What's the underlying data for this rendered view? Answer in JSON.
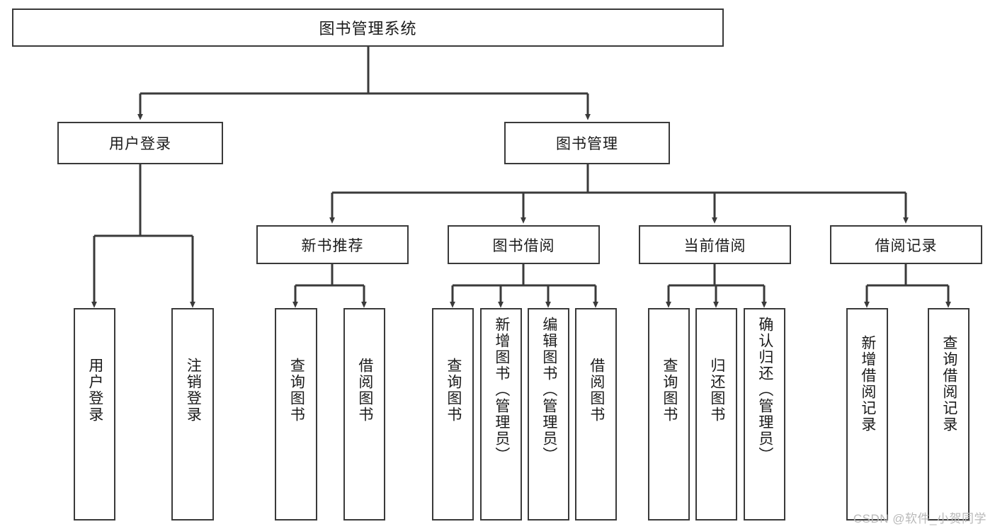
{
  "diagram": {
    "title": "图书管理系统",
    "type": "tree",
    "root": {
      "label": "图书管理系统"
    },
    "level2": [
      {
        "id": "user-login",
        "label": "用户登录"
      },
      {
        "id": "book-manage",
        "label": "图书管理"
      }
    ],
    "level3": [
      {
        "id": "new-book-recommend",
        "label": "新书推荐",
        "parent": "book-manage"
      },
      {
        "id": "book-borrow",
        "label": "图书借阅",
        "parent": "book-manage"
      },
      {
        "id": "current-borrow",
        "label": "当前借阅",
        "parent": "book-manage"
      },
      {
        "id": "borrow-record",
        "label": "借阅记录",
        "parent": "book-manage"
      }
    ],
    "leaves": [
      {
        "id": "leaf-user-login",
        "label": "用户登录",
        "parent": "user-login"
      },
      {
        "id": "leaf-user-logout",
        "label": "注销登录",
        "parent": "user-login"
      },
      {
        "id": "leaf-query-book-1",
        "label": "查询图书",
        "parent": "new-book-recommend"
      },
      {
        "id": "leaf-borrow-book-1",
        "label": "借阅图书",
        "parent": "new-book-recommend"
      },
      {
        "id": "leaf-query-book-2",
        "label": "查询图书",
        "parent": "book-borrow"
      },
      {
        "id": "leaf-add-book",
        "label": "新增图书（管理员）",
        "parent": "book-borrow"
      },
      {
        "id": "leaf-edit-book",
        "label": "编辑图书（管理员）",
        "parent": "book-borrow"
      },
      {
        "id": "leaf-borrow-book-2",
        "label": "借阅图书",
        "parent": "book-borrow"
      },
      {
        "id": "leaf-query-book-3",
        "label": "查询图书",
        "parent": "current-borrow"
      },
      {
        "id": "leaf-return-book",
        "label": "归还图书",
        "parent": "current-borrow"
      },
      {
        "id": "leaf-confirm-return",
        "label": "确认归还（管理员）",
        "parent": "current-borrow"
      },
      {
        "id": "leaf-add-borrow-record",
        "label": "新增借阅记录",
        "parent": "borrow-record"
      },
      {
        "id": "leaf-query-borrow-record",
        "label": "查询借阅记录",
        "parent": "borrow-record"
      }
    ],
    "colors": {
      "box_border": "#3a3a3a",
      "box_fill": "#ffffff",
      "connector": "#3a3a3a",
      "text": "#1b1b1b",
      "background": "#ffffff",
      "watermark": "#b9b9b9"
    }
  },
  "watermark": {
    "text": "CSDN @软件_小贺同学"
  }
}
